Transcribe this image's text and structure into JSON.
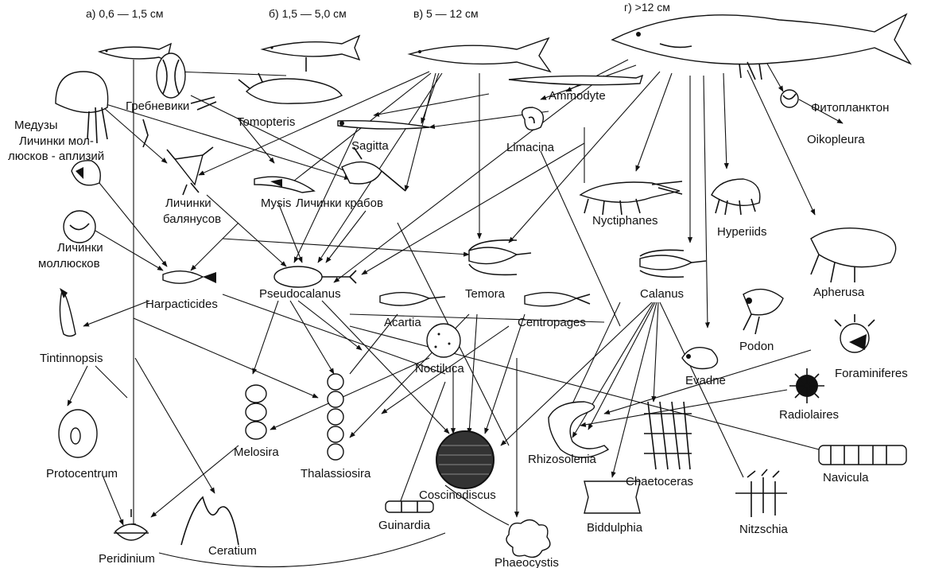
{
  "size_headers": [
    {
      "id": "a",
      "text": "а)  0,6 — 1,5 см"
    },
    {
      "id": "b",
      "text": "б)  1,5 — 5,0 см"
    },
    {
      "id": "v",
      "text": "в)   5 — 12 см"
    },
    {
      "id": "g",
      "text": "г)  >12 см"
    }
  ],
  "organisms": {
    "ctenophores": "Гребневики",
    "medusae": "Медузы",
    "mollusc_larvae_l1": "Личинки мол-",
    "mollusc_larvae_l2": "люсков - аплизий",
    "tomopteris": "Tomopteris",
    "sagitta": "Sagitta",
    "ammodyte": "Ammodyte",
    "phytoplankton": "Фитопланктон",
    "oikopleura": "Oikopleura",
    "limacina": "Limacina",
    "barnacle_larvae_l1": "Личинки",
    "barnacle_larvae_l2": "балянусов",
    "mysis": "Mysis",
    "crab_larvae": "Личинки крабов",
    "nyctiphanes": "Nyctiphanes",
    "hyperiids": "Hyperiids",
    "molluscs_larvae_l1": "Личинки",
    "molluscs_larvae_l2": "моллюсков",
    "apherusa": "Apherusa",
    "harpacticides": "Harpacticides",
    "pseudocalanus": "Pseudocalanus",
    "temora": "Temora",
    "calanus": "Calanus",
    "acartia": "Acartia",
    "centropages": "Centropages",
    "podon": "Podon",
    "tintinnopsis": "Tintinnopsis",
    "noctiluca": "Noctiluca",
    "evadne": "Evadne",
    "foraminiferes": "Foraminiferes",
    "radiolaires": "Radiolaires",
    "melosira": "Melosira",
    "thalassiosira": "Thalassiosira",
    "rhizosolenia": "Rhizosolenia",
    "chaetoceras": "Chaetoceras",
    "navicula": "Navicula",
    "protocentrum": "Protocentrum",
    "coscinodiscus": "Coscinodiscus",
    "guinardia": "Guinardia",
    "biddulphia": "Biddulphia",
    "nitzschia": "Nitzschia",
    "peridinium": "Peridinium",
    "ceratium": "Ceratium",
    "phaeocystis": "Phaeocystis"
  }
}
